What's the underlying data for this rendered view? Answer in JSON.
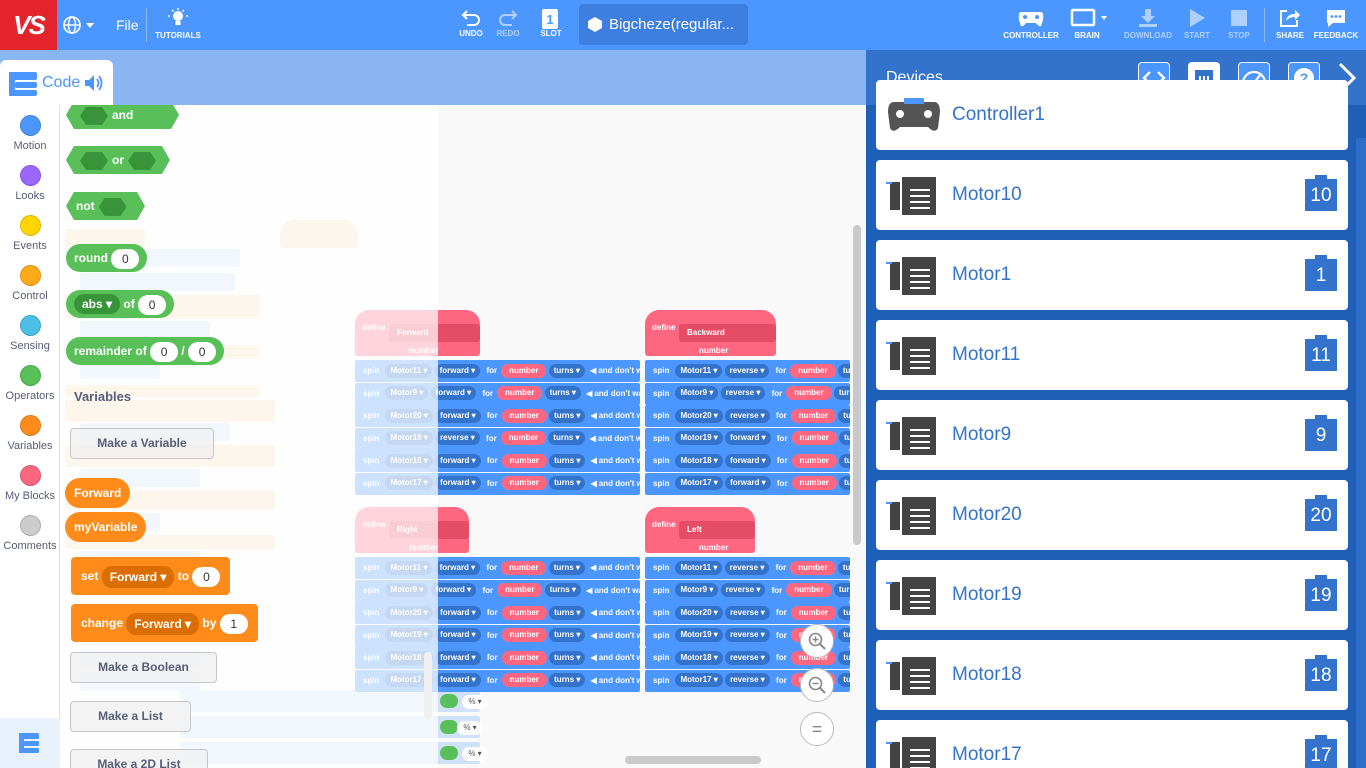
{
  "topbar": {
    "logo": "VS",
    "file": "File",
    "tutorials": "TUTORIALS",
    "undo": "UNDO",
    "redo": "REDO",
    "slot": "SLOT",
    "slot_number": "1",
    "project_name": "Bigcheze(regular...",
    "controller": "CONTROLLER",
    "brain": "BRAIN",
    "download": "DOWNLOAD",
    "start": "START",
    "stop": "STOP",
    "share": "SHARE",
    "feedback": "FEEDBACK"
  },
  "code_tab": {
    "label": "Code"
  },
  "categories": [
    {
      "label": "Motion",
      "color": "#4c97ff"
    },
    {
      "label": "Looks",
      "color": "#9966ff"
    },
    {
      "label": "Events",
      "color": "#ffd500"
    },
    {
      "label": "Control",
      "color": "#ffab19"
    },
    {
      "label": "Sensing",
      "color": "#4cbfe6"
    },
    {
      "label": "Operators",
      "color": "#59c059"
    },
    {
      "label": "Variables",
      "color": "#ff8c1a"
    },
    {
      "label": "My Blocks",
      "color": "#ff6680"
    },
    {
      "label": "Comments",
      "color": "#cccccc"
    }
  ],
  "palette": {
    "and": "and",
    "or": "or",
    "not": "not",
    "round": "round",
    "round_val": "0",
    "abs": "abs",
    "of": "of",
    "abs_val": "0",
    "remainder_of": "remainder of",
    "rem_a": "0",
    "slash": "/",
    "rem_b": "0",
    "variables_heading": "Variables",
    "make_variable": "Make a Variable",
    "var_forward": "Forward",
    "var_myvariable": "myVariable",
    "set": "set",
    "set_var": "Forward",
    "to": "to",
    "set_val": "0",
    "change": "change",
    "change_var": "Forward",
    "by": "by",
    "change_val": "1",
    "make_boolean": "Make a Boolean",
    "make_list": "Make a List",
    "make_2d_list": "Make a 2D List"
  },
  "scripts": [
    {
      "define": "define",
      "name": "Forward",
      "param": "number",
      "rows": [
        [
          "spin",
          "Motor11",
          "forward",
          "for",
          "number",
          "turns",
          "and don't wait"
        ],
        [
          "spin",
          "Motor9",
          "forward",
          "for",
          "number",
          "turns",
          "and don't wait"
        ],
        [
          "spin",
          "Motor20",
          "forward",
          "for",
          "number",
          "turns",
          "and don't wait"
        ],
        [
          "spin",
          "Motor19",
          "reverse",
          "for",
          "number",
          "turns",
          "and don't wait"
        ],
        [
          "spin",
          "Motor18",
          "forward",
          "for",
          "number",
          "turns",
          "and don't wait"
        ],
        [
          "spin",
          "Motor17",
          "forward",
          "for",
          "number",
          "turns",
          "and don't wait"
        ]
      ]
    },
    {
      "define": "define",
      "name": "Backward",
      "param": "number",
      "rows": [
        [
          "spin",
          "Motor11",
          "reverse",
          "for",
          "number",
          "turns",
          ""
        ],
        [
          "spin",
          "Motor9",
          "reverse",
          "for",
          "number",
          "turns",
          ""
        ],
        [
          "spin",
          "Motor20",
          "reverse",
          "for",
          "number",
          "turns",
          ""
        ],
        [
          "spin",
          "Motor19",
          "forward",
          "for",
          "number",
          "turns",
          ""
        ],
        [
          "spin",
          "Motor18",
          "forward",
          "for",
          "number",
          "turns",
          ""
        ],
        [
          "spin",
          "Motor17",
          "forward",
          "for",
          "number",
          "turns",
          ""
        ]
      ]
    },
    {
      "define": "define",
      "name": "Right",
      "param": "number",
      "rows": [
        [
          "spin",
          "Motor11",
          "forward",
          "for",
          "number",
          "turns",
          "and don't wait"
        ],
        [
          "spin",
          "Motor9",
          "forward",
          "for",
          "number",
          "turns",
          "and don't wait"
        ],
        [
          "spin",
          "Motor20",
          "forward",
          "for",
          "number",
          "turns",
          "and don't wait"
        ],
        [
          "spin",
          "Motor19",
          "forward",
          "for",
          "number",
          "turns",
          "and don't wait"
        ],
        [
          "spin",
          "Motor18",
          "forward",
          "for",
          "number",
          "turns",
          "and don't wait"
        ],
        [
          "spin",
          "Motor17",
          "forward",
          "for",
          "number",
          "turns",
          "and don't wait"
        ]
      ]
    },
    {
      "define": "define",
      "name": "Left",
      "param": "number",
      "rows": [
        [
          "spin",
          "Motor11",
          "reverse",
          "for",
          "number",
          "turns",
          ""
        ],
        [
          "spin",
          "Motor9",
          "reverse",
          "for",
          "number",
          "turns",
          ""
        ],
        [
          "spin",
          "Motor20",
          "reverse",
          "for",
          "number",
          "turns",
          ""
        ],
        [
          "spin",
          "Motor19",
          "reverse",
          "for",
          "number",
          "turns",
          ""
        ],
        [
          "spin",
          "Motor18",
          "reverse",
          "for",
          "number",
          "turns",
          ""
        ],
        [
          "spin",
          "Motor17",
          "reverse",
          "for",
          "number",
          "turns",
          ""
        ]
      ]
    }
  ],
  "devices_panel": {
    "title": "Devices",
    "items": [
      {
        "name": "Controller1",
        "port": ""
      },
      {
        "name": "Motor10",
        "port": "10"
      },
      {
        "name": "Motor1",
        "port": "1"
      },
      {
        "name": "Motor11",
        "port": "11"
      },
      {
        "name": "Motor9",
        "port": "9"
      },
      {
        "name": "Motor20",
        "port": "20"
      },
      {
        "name": "Motor19",
        "port": "19"
      },
      {
        "name": "Motor18",
        "port": "18"
      },
      {
        "name": "Motor17",
        "port": "17"
      }
    ]
  },
  "zoom": {
    "reset": "="
  }
}
